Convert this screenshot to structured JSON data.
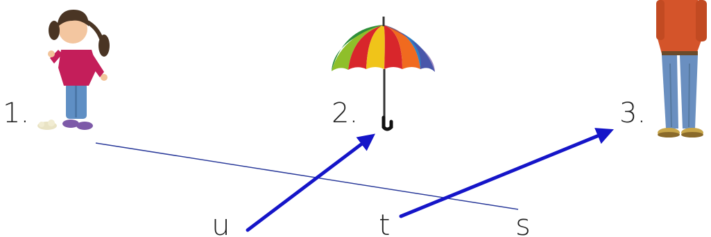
{
  "items": [
    {
      "number": "1.",
      "picture": "girl"
    },
    {
      "number": "2.",
      "picture": "umbrella"
    },
    {
      "number": "3.",
      "picture": "boy"
    }
  ],
  "letters": [
    "u",
    "t",
    "s"
  ],
  "matches": [
    {
      "from": "u",
      "to": "2."
    },
    {
      "from": "t",
      "to": "3."
    },
    {
      "from": "s",
      "to": "1."
    }
  ],
  "colors": {
    "arrow": "#1515c8",
    "line": "#2a3a9a",
    "text": "#222222"
  }
}
